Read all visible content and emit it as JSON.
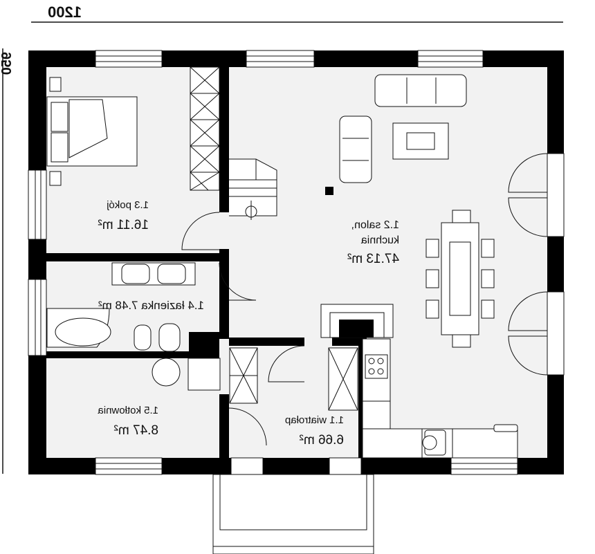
{
  "dimensions": {
    "width_label": "1200",
    "height_label": "950"
  },
  "rooms": [
    {
      "id": "1.1",
      "name": "1.1 wiatrołap",
      "area": "6.66 m²"
    },
    {
      "id": "1.2",
      "name": "1.2 salon,",
      "name2": "kuchnia",
      "area": "47.13 m²"
    },
    {
      "id": "1.3",
      "name": "1.3 pokój",
      "area": "16.11 m²"
    },
    {
      "id": "1.4",
      "name": "1.4 łazienka 7.48 m²",
      "area": ""
    },
    {
      "id": "1.5",
      "name": "1.5 kotłownia",
      "area": "8.47 m²"
    }
  ],
  "colors": {
    "wall": "#000000",
    "floor": "#f2f2f2",
    "furniture": "#e6e6e6",
    "line": "#111111"
  }
}
